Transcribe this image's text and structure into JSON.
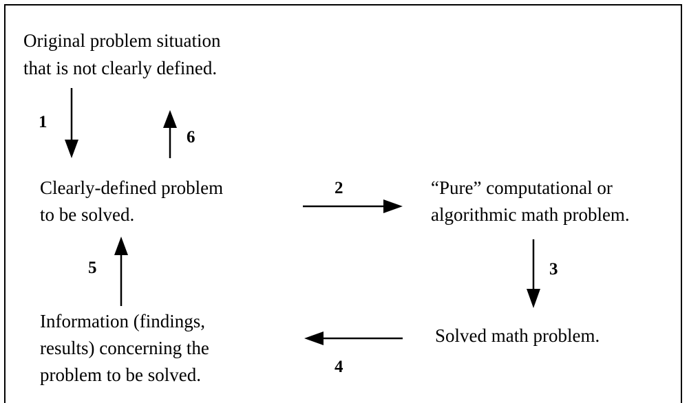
{
  "nodes": {
    "original": {
      "line1": "Original problem situation",
      "line2": "that is not clearly defined."
    },
    "clear": {
      "line1": "Clearly-defined problem",
      "line2": "to be solved."
    },
    "pure": {
      "line1": "“Pure” computational or",
      "line2": "algorithmic math problem."
    },
    "solved": {
      "line1": "Solved math problem."
    },
    "info": {
      "line1": "Information  (findings,",
      "line2": "results) concerning the",
      "line3": "problem to be solved."
    }
  },
  "arrows": [
    {
      "id": "step-1",
      "label": "1"
    },
    {
      "id": "step-2",
      "label": "2"
    },
    {
      "id": "step-3",
      "label": "3"
    },
    {
      "id": "step-4",
      "label": "4"
    },
    {
      "id": "step-5",
      "label": "5"
    },
    {
      "id": "step-6",
      "label": "6"
    }
  ]
}
